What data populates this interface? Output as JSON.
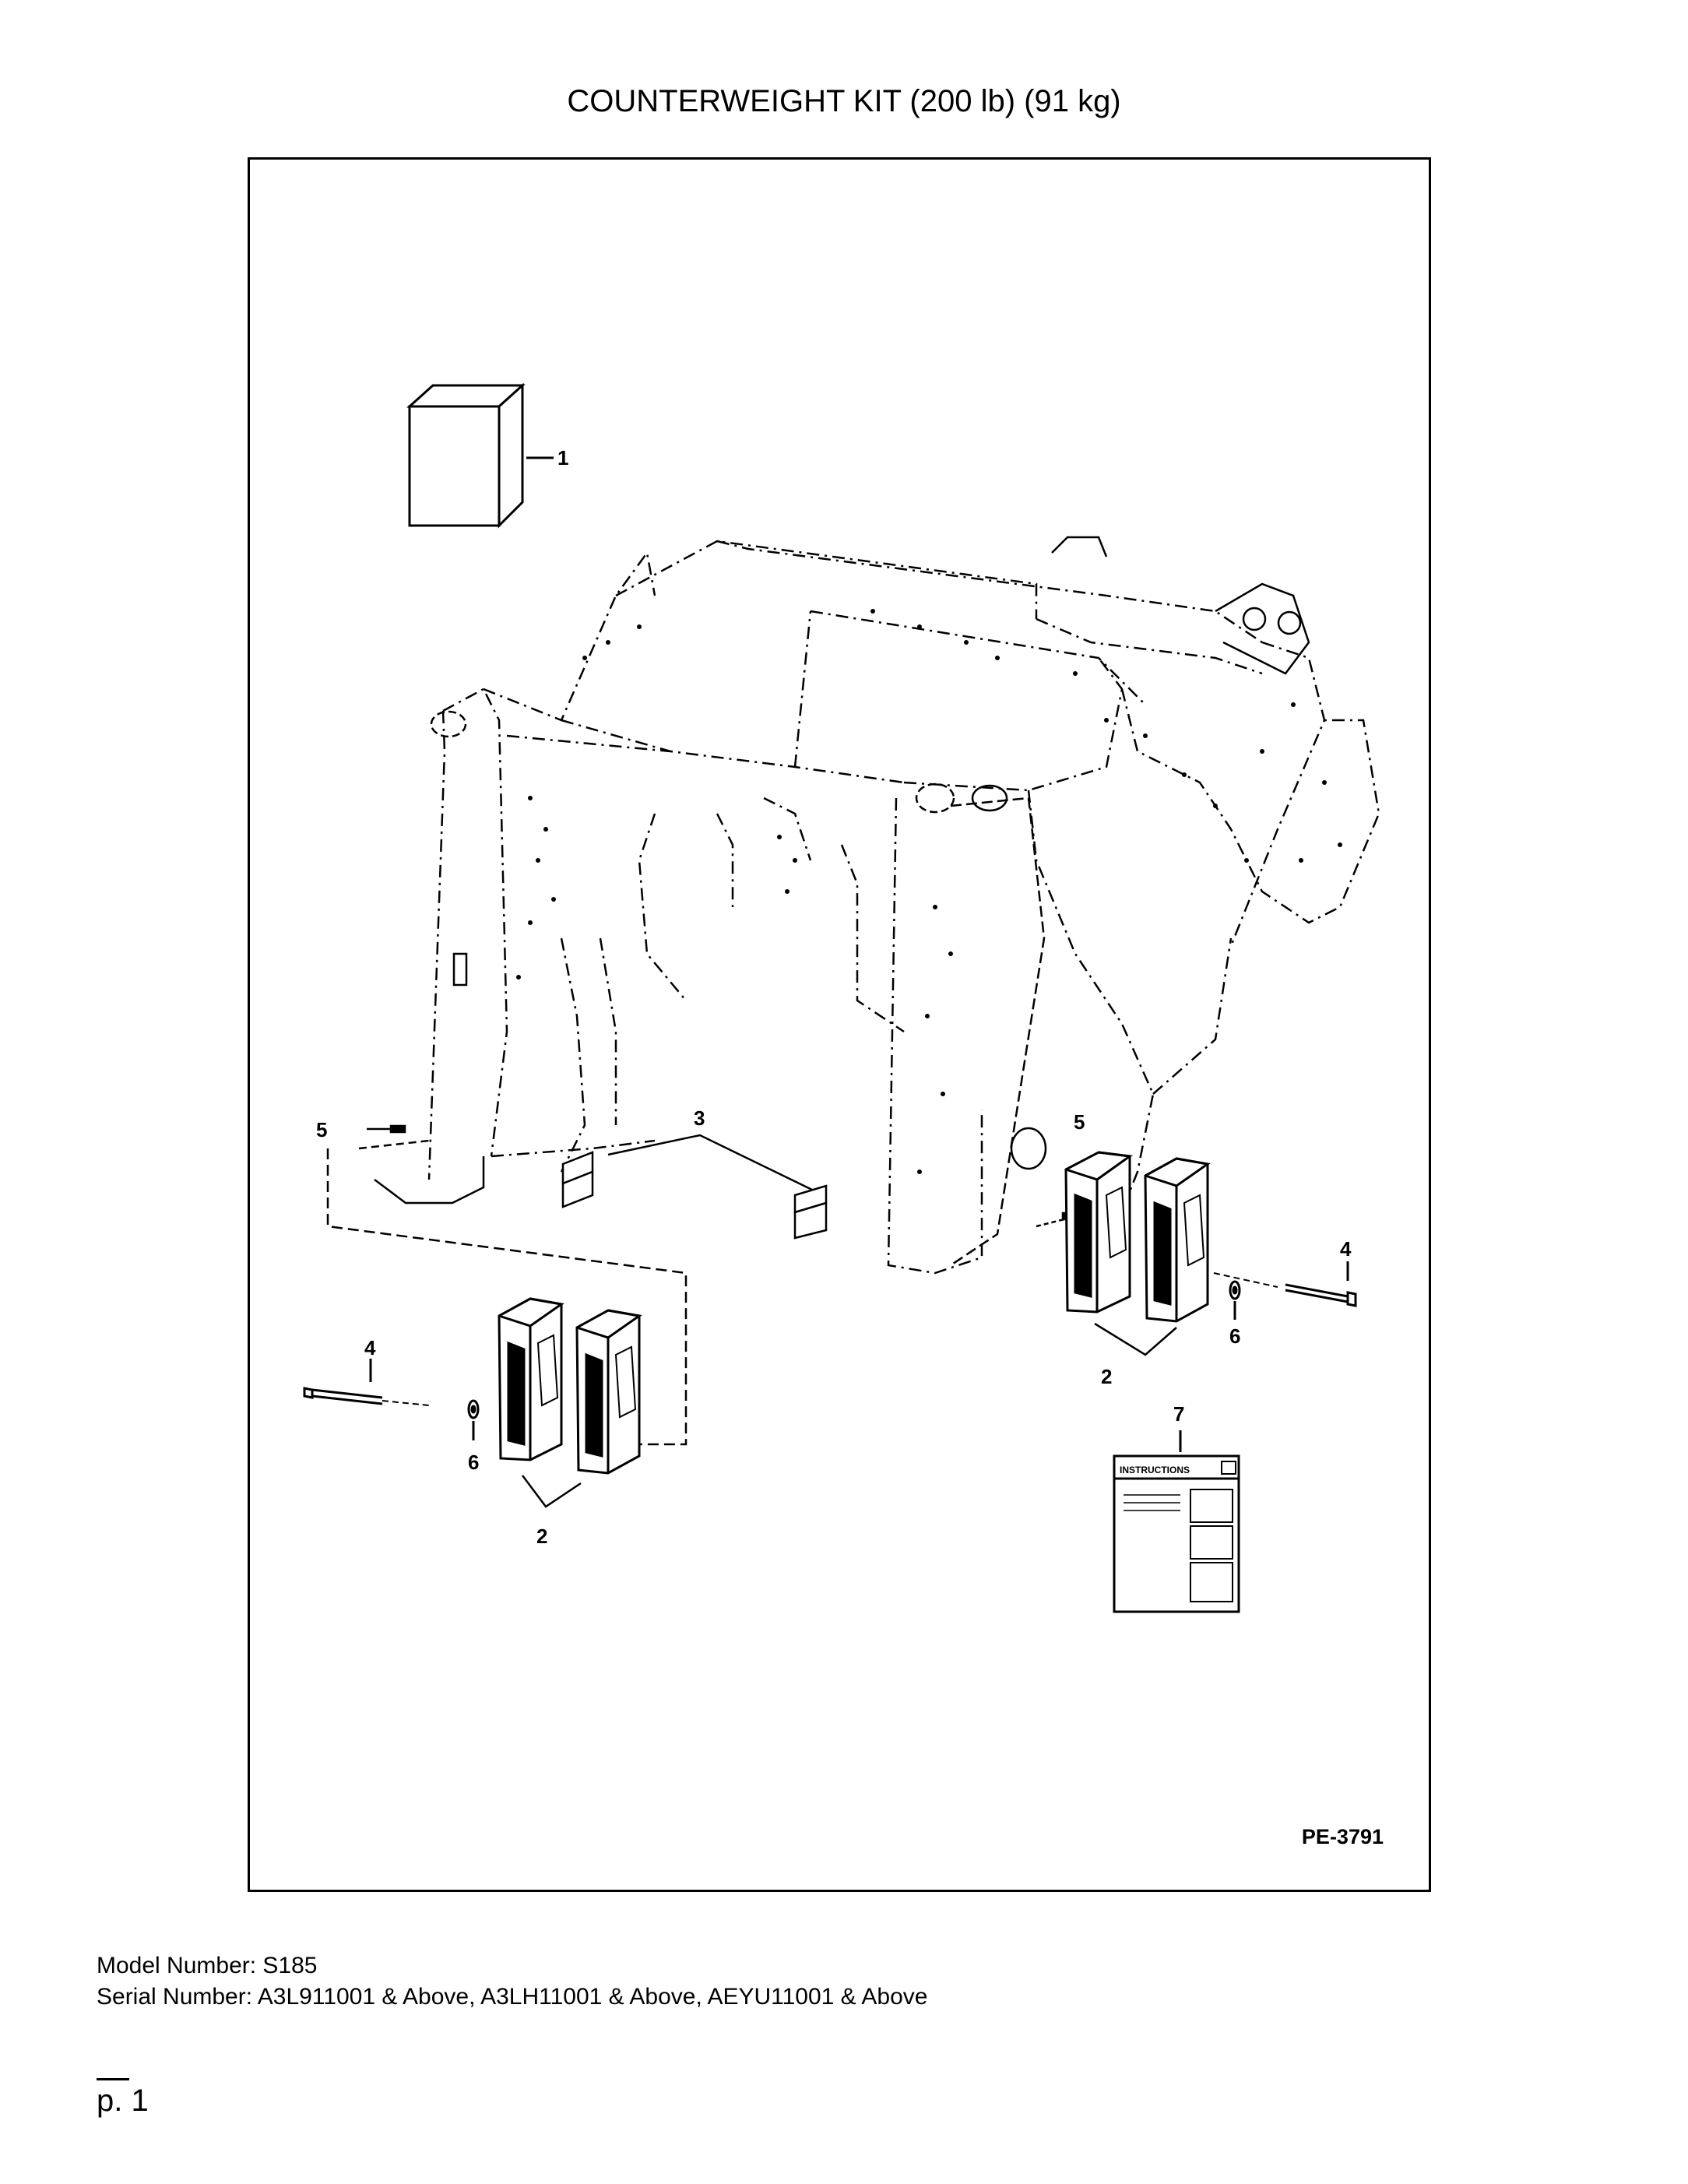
{
  "document": {
    "title": "COUNTERWEIGHT KIT (200 lb) (91 kg)",
    "drawing_id": "PE-3791",
    "model_line": "Model Number: S185",
    "serial_line": "Serial Number: A3L911001 & Above, A3LH11001 & Above, AEYU11001 & Above",
    "page_label": "p. 1"
  },
  "diagram": {
    "callouts": {
      "box": "1",
      "weights_right": "2",
      "weights_left": "2",
      "brackets": "3",
      "bolt_right": "4",
      "bolt_left": "4",
      "pin_left": "5",
      "pin_right": "5",
      "washer_right": "6",
      "washer_left": "6",
      "manual": "7"
    },
    "manual_heading": "INSTRUCTIONS"
  }
}
